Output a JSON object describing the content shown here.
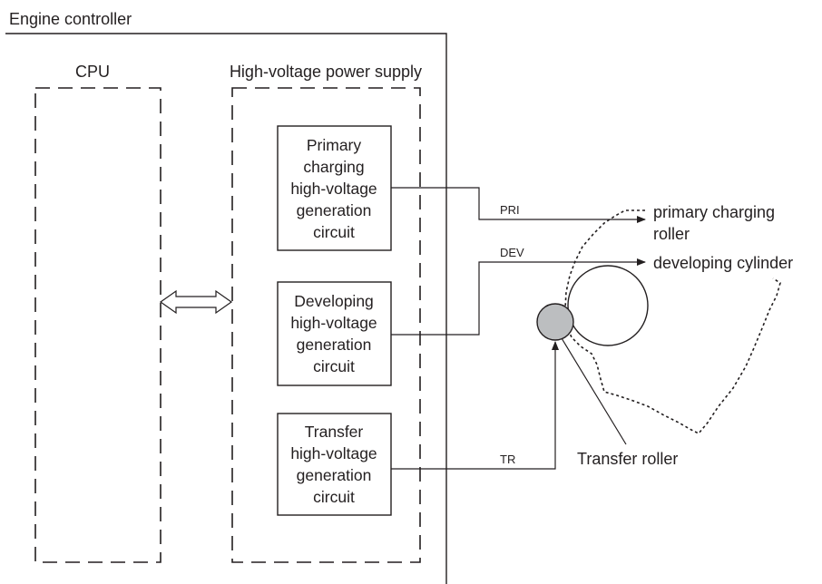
{
  "engine_controller_label": "Engine controller",
  "cpu_label": "CPU",
  "hv_supply_label": "High-voltage power supply",
  "circuits": {
    "primary": [
      "Primary",
      "charging",
      "high-voltage",
      "generation",
      "circuit"
    ],
    "developing": [
      "Developing",
      "high-voltage",
      "generation",
      "circuit"
    ],
    "transfer": [
      "Transfer",
      "high-voltage",
      "generation",
      "circuit"
    ]
  },
  "signals": {
    "pri": "PRI",
    "dev": "DEV",
    "tr": "TR"
  },
  "targets": {
    "primary_roller": [
      "primary charging",
      "roller"
    ],
    "developing_cylinder": "developing cylinder",
    "transfer_roller": "Transfer roller"
  },
  "colors": {
    "line": "#231f20",
    "transfer_roller_fill": "#bcbec0"
  }
}
